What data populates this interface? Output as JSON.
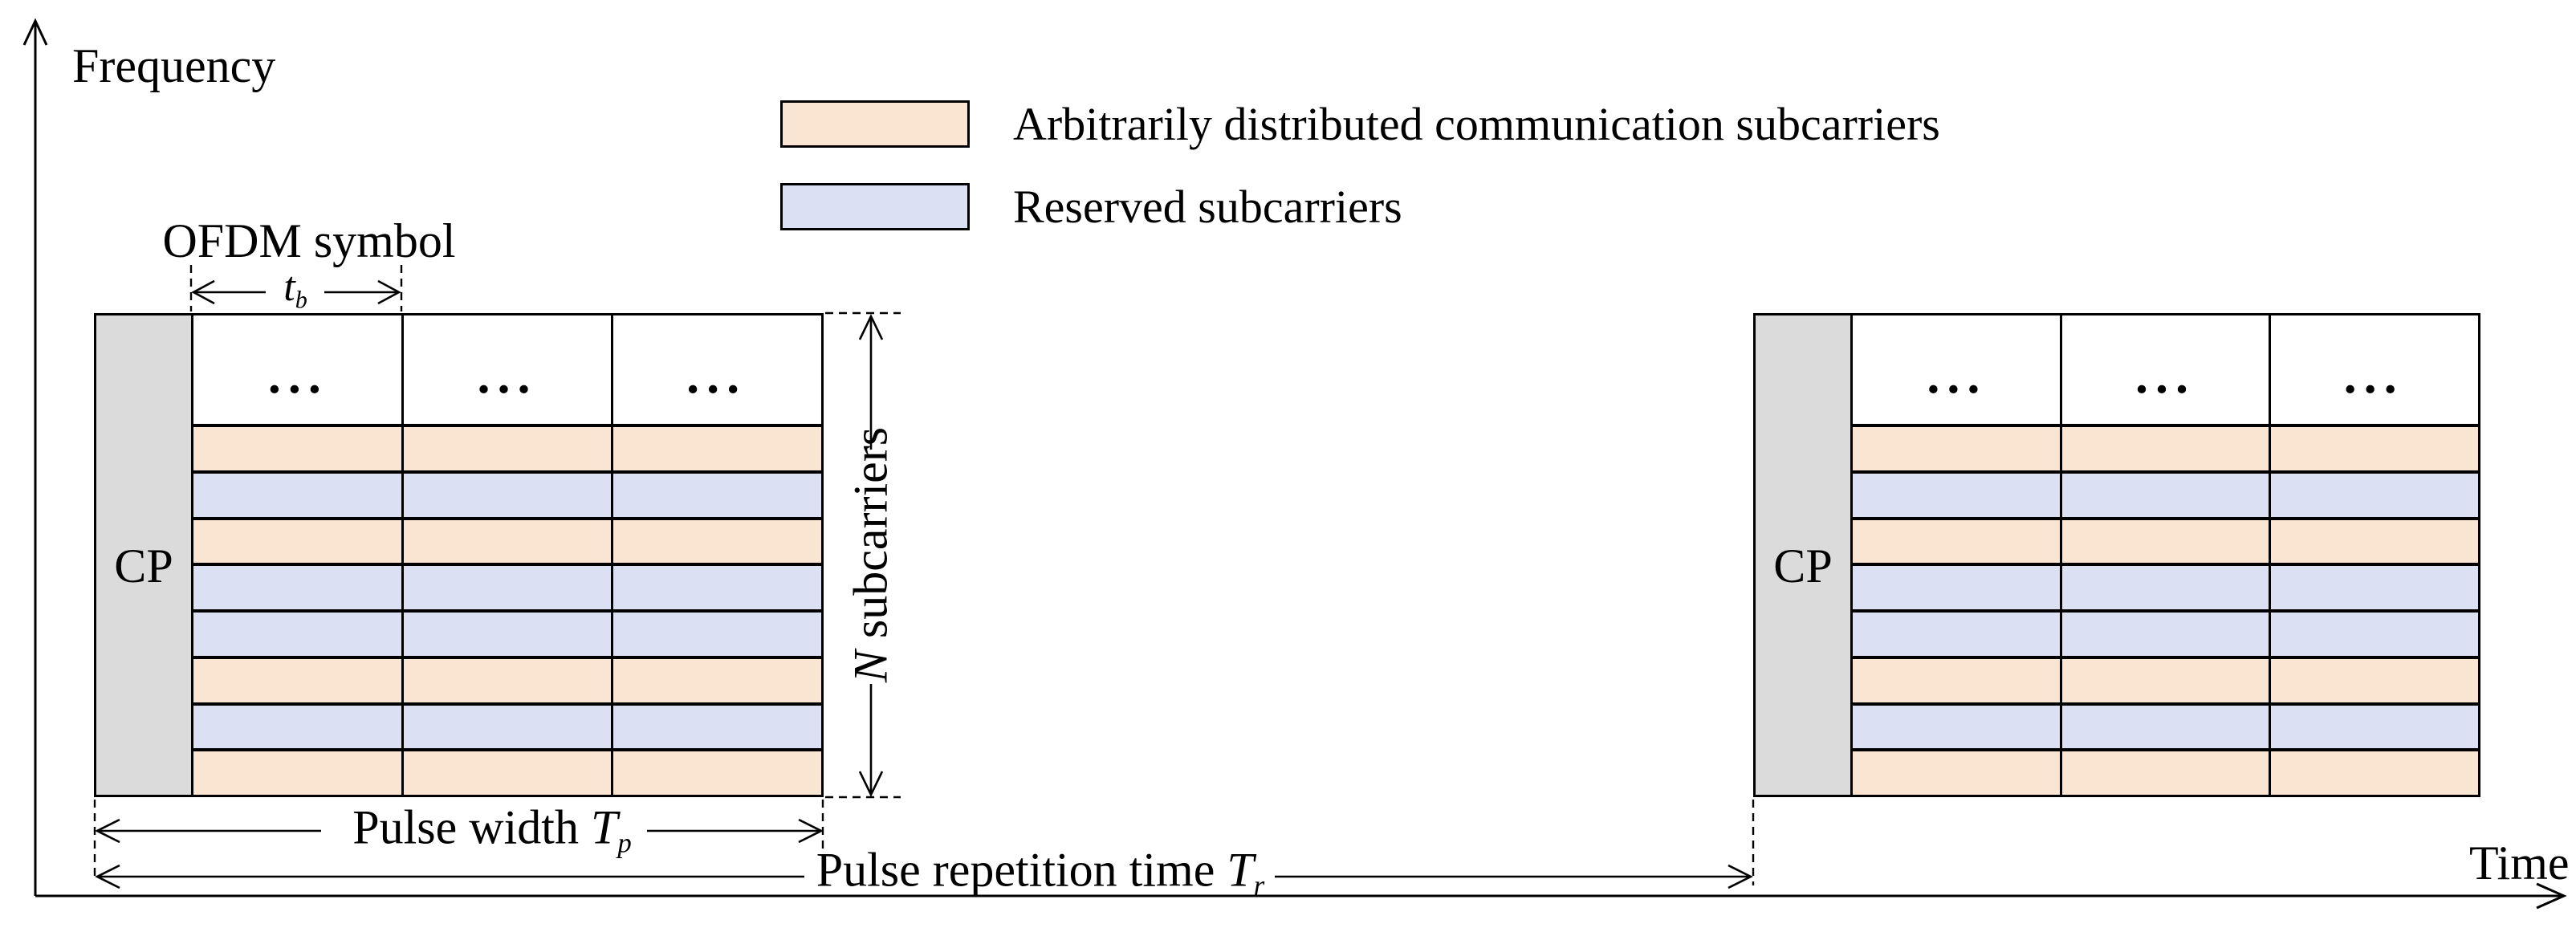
{
  "figure": {
    "y_axis_label": "Frequency",
    "x_axis_label": "Time"
  },
  "legend": {
    "items": [
      {
        "key": "communication",
        "label": "Arbitrarily distributed communication subcarriers"
      },
      {
        "key": "reserved",
        "label": "Reserved subcarriers"
      }
    ]
  },
  "colors": {
    "communication": "#FAE5D3",
    "reserved": "#DBE0F3",
    "cp": "#DBDBDB"
  },
  "labels": {
    "ofdm_symbol": "OFDM symbol",
    "tb_symbol": "t",
    "tb_subscript": "b",
    "n_symbol": "N",
    "n_text": " subcarriers",
    "pulse_width_text": "Pulse width ",
    "tp_symbol": "T",
    "tp_subscript": "p",
    "pulse_repetition_text": "Pulse repetition time ",
    "tr_symbol": "T",
    "tr_subscript": "r",
    "cp_label": "CP",
    "dots": "..."
  },
  "grid": {
    "columns": 3,
    "row_pattern": [
      "dots",
      "communication",
      "reserved",
      "communication",
      "reserved",
      "reserved",
      "communication",
      "reserved",
      "communication"
    ]
  },
  "blocks": [
    {
      "name": "pulse-1"
    },
    {
      "name": "pulse-2"
    }
  ]
}
